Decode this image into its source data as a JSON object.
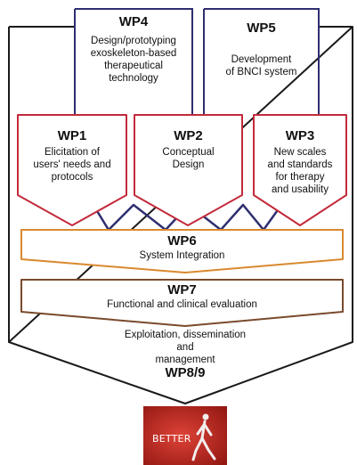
{
  "packages": {
    "wp4": {
      "title": "WP4",
      "desc": [
        "Design/prototyping",
        "exoskeleton-based",
        "therapeutical",
        "technology"
      ],
      "color": "#2e2e70"
    },
    "wp5": {
      "title": "WP5",
      "desc": [
        "Development",
        "of BNCI system"
      ],
      "color": "#2e2e70"
    },
    "wp1": {
      "title": "WP1",
      "desc": [
        "Elicitation of",
        "users' needs and",
        "protocols"
      ],
      "color": "#c32a3b"
    },
    "wp2": {
      "title": "WP2",
      "desc": [
        "Conceptual",
        "Design"
      ],
      "color": "#c32a3b"
    },
    "wp3": {
      "title": "WP3",
      "desc": [
        "New scales",
        "and standards",
        "for therapy",
        "and usability"
      ],
      "color": "#c32a3b"
    },
    "wp6": {
      "title": "WP6",
      "desc": [
        "System Integration"
      ],
      "color": "#d9892e"
    },
    "wp7": {
      "title": "WP7",
      "desc": [
        "Functional and clinical evaluation"
      ],
      "color": "#7a4a2c"
    },
    "wp89": {
      "title": "WP8/9",
      "desc": [
        "Exploitation, dissemination",
        "and",
        "management"
      ],
      "color": "#1a1a1a"
    }
  },
  "logo": {
    "text": "BETTER",
    "icon": "walking-figure-icon",
    "color": "#c8261e"
  }
}
